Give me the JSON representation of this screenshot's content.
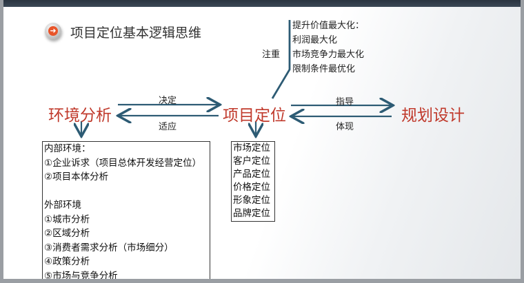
{
  "title": "项目定位基本逻辑思维",
  "nodes": {
    "left": "环境分析",
    "center": "项目定位",
    "right": "规划设计"
  },
  "arrows": {
    "decide": "决定",
    "adapt": "适应",
    "guide": "指导",
    "reflect": "体现"
  },
  "focus": {
    "label": "注重",
    "lines": [
      "提升价值最大化：",
      "利润最大化",
      "市场竞争力最大化",
      "限制条件最优化"
    ]
  },
  "environment_box": [
    "内部环境：",
    "①企业诉求（项目总体开发经营定位）",
    "②项目本体分析",
    "",
    "外部环境",
    "①城市分析",
    "②区域分析",
    "③消费者需求分析（市场细分）",
    "④政策分析",
    "⑤市场与竞争分析"
  ],
  "positioning_box": [
    "市场定位",
    "客户定位",
    "产品定位",
    "价格定位",
    "形象定位",
    "品牌定位"
  ],
  "colors": {
    "node_text": "#c0392b",
    "arrow": "#2d5b74",
    "icon": "#e8552a"
  }
}
